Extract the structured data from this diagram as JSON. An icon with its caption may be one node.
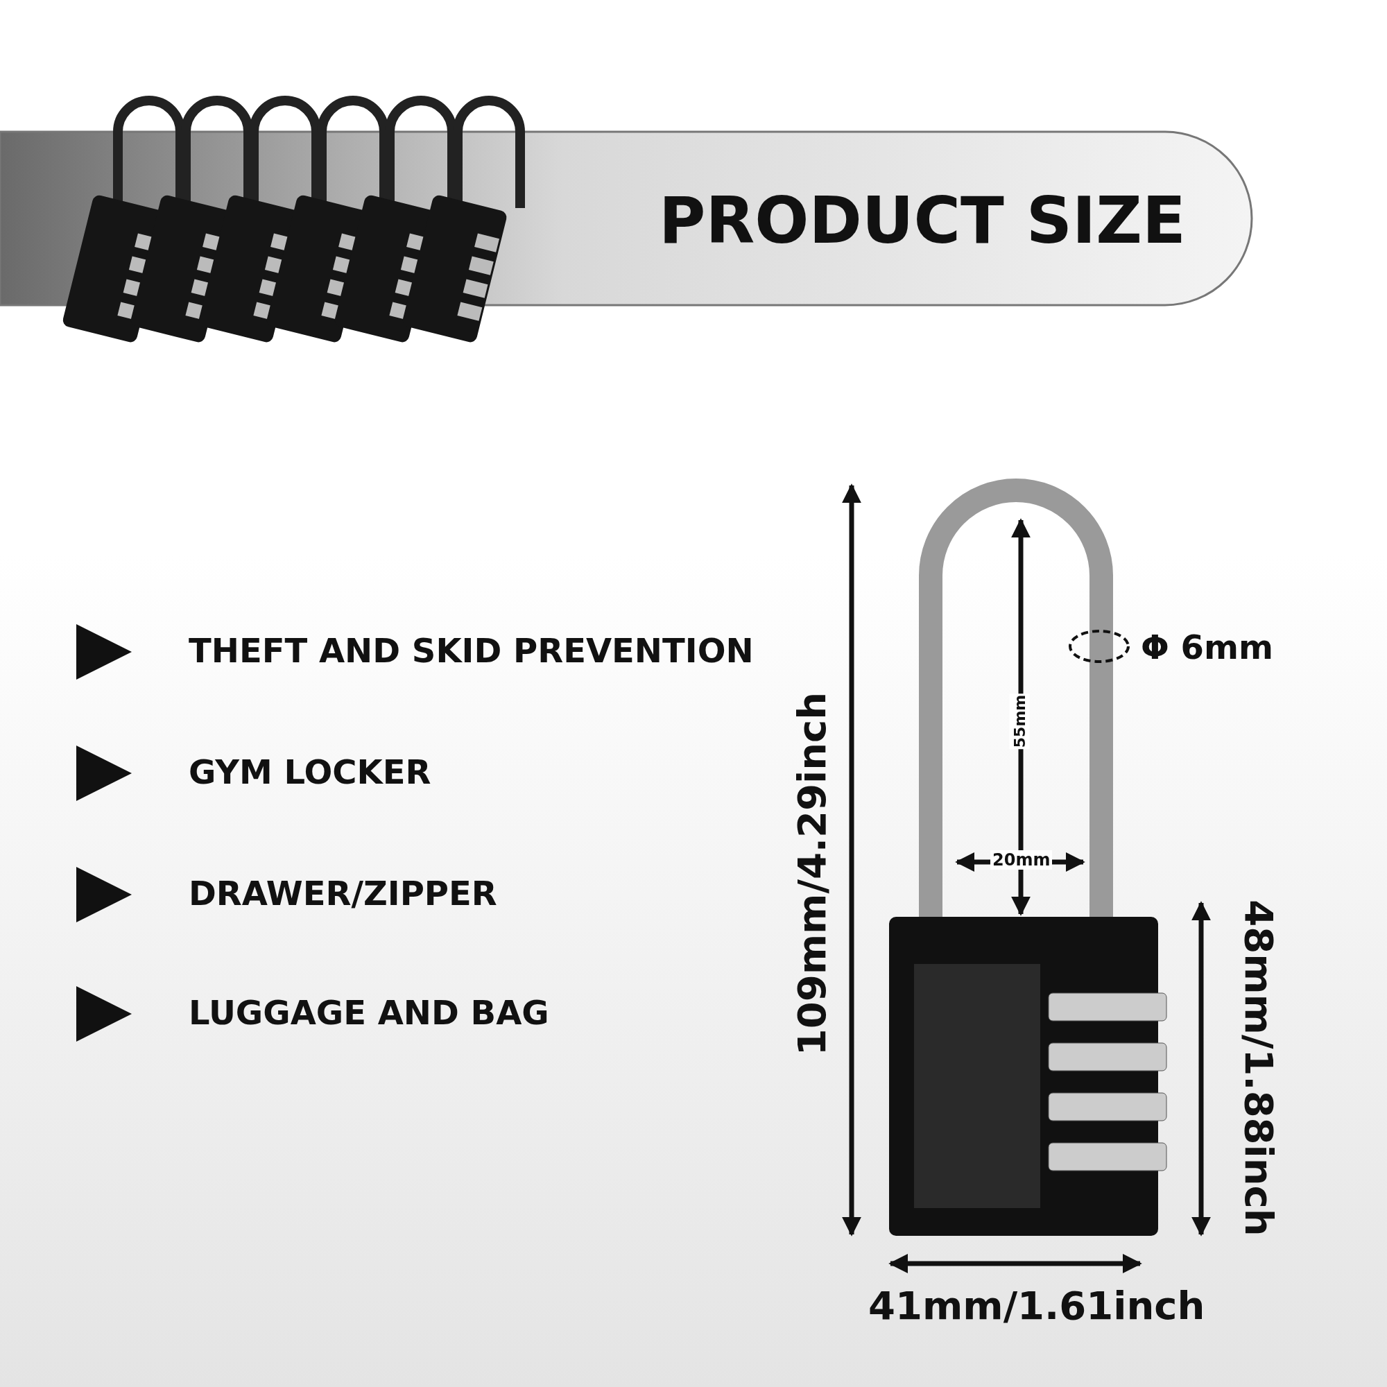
{
  "diagram": {
    "title": "PRODUCT SIZE",
    "labels": [
      "THEFT AND SKID PREVENTION",
      "GYM LOCKER",
      "DRAWER/ZIPPER",
      "LUGGAGE AND BAG",
      "109mm/4.29inch",
      "55mm",
      "20mm",
      "Φ 6mm",
      "48mm/1.88inch",
      "41mm/1.61inch"
    ]
  }
}
